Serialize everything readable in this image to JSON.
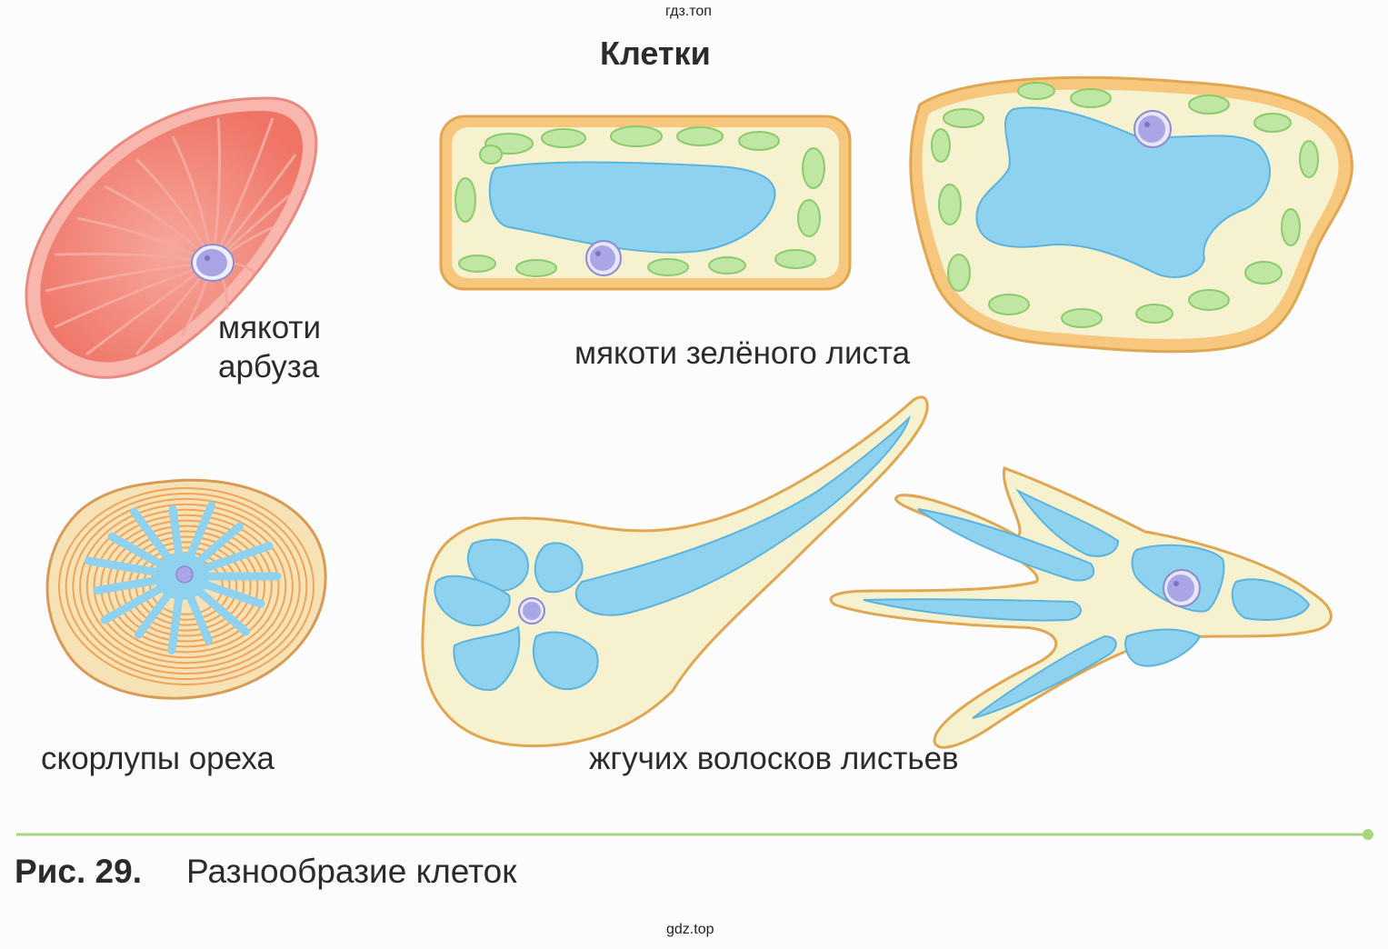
{
  "watermark_top": "гдз.топ",
  "watermark_bottom": "gdz.top",
  "title": "Клетки",
  "labels": {
    "watermelon_1": "мякоти",
    "watermelon_2": "арбуза",
    "green_leaf": "мякоти зелёного листа",
    "nut_shell": "скорлупы ореха",
    "stinging_hairs": "жгучих волосков листьев"
  },
  "caption": {
    "number": "Рис. 29.",
    "text": "Разнообразие клеток"
  },
  "colors": {
    "watermelon": "#f2786a",
    "cell_wall": "#f3c77a",
    "cytoplasm": "#f6f1cf",
    "vacuole": "#8fd2ef",
    "chloroplast": "#b8e39a",
    "nucleus": "#aaa6e6",
    "nut_stripes": "#f0a45a",
    "rule_line": "#a9d67c"
  }
}
